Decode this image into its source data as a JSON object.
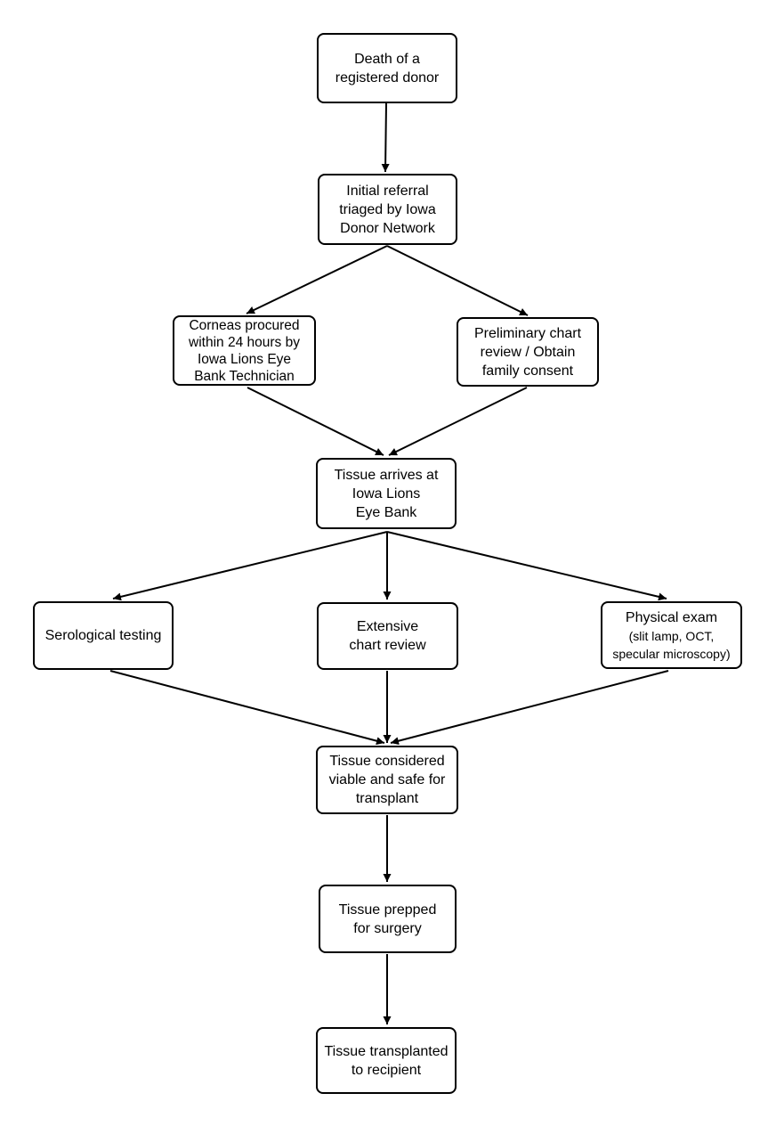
{
  "nodes": {
    "death": "Death of a\nregistered donor",
    "referral": "Initial referral\ntriaged by Iowa\nDonor Network",
    "corneas": "Corneas procured\nwithin 24 hours by\nIowa Lions Eye\nBank Technician",
    "chart_review": "Preliminary chart\nreview / Obtain\nfamily consent",
    "arrives": "Tissue arrives at\nIowa Lions\nEye Bank",
    "serological": "Serological testing",
    "extensive": "Extensive\nchart review",
    "physical_title": "Physical exam",
    "physical_sub": "(slit lamp, OCT,\nspecular microscopy)",
    "viable": "Tissue considered\nviable and safe for\ntransplant",
    "prepped": "Tissue prepped\nfor surgery",
    "transplanted": "Tissue transplanted\nto recipient"
  }
}
